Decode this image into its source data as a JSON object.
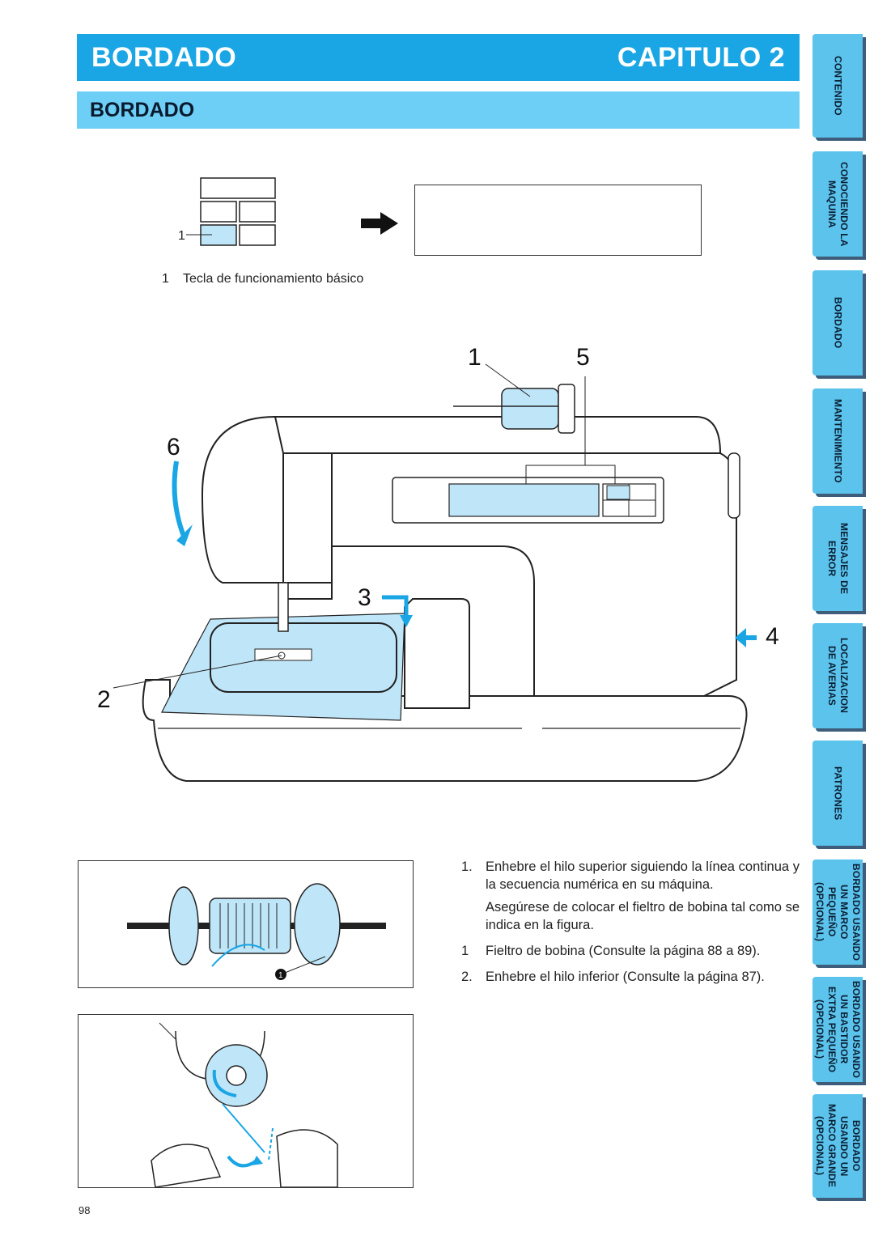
{
  "header": {
    "left_title": "BORDADO",
    "right_title": "CAPITULO 2"
  },
  "section": {
    "title": "BORDADO"
  },
  "key_diagram": {
    "marker": "1",
    "caption_number": "1",
    "caption_text": "Tecla de funcionamiento básico"
  },
  "machine_callouts": [
    "1",
    "5",
    "6",
    "3",
    "4",
    "2"
  ],
  "spool_marker": "1",
  "instructions": {
    "step1_number": "1.",
    "step1_text": "Enhebre el hilo superior siguiendo la línea continua y la secuencia numérica en su máquina.",
    "step1_note": "Asegúrese de colocar el fieltro de bobina tal como se indica en la figura.",
    "sub1_number": "1",
    "sub1_text": "Fieltro de bobina (Consulte la página 88 a 89).",
    "step2_number": "2.",
    "step2_text": "Enhebre el hilo inferior (Consulte la página 87)."
  },
  "page_number": "98",
  "side_tabs": [
    {
      "label": "CONTENIDO"
    },
    {
      "label": "CONOCIENDO LA\nMAQUINA"
    },
    {
      "label": "BORDADO"
    },
    {
      "label": "MANTENIMIENTO"
    },
    {
      "label": "MENSAJES DE\nERROR"
    },
    {
      "label": "LOCALIZACION\nDE AVERIAS"
    },
    {
      "label": "PATRONES"
    },
    {
      "label": "BORDADO USANDO\nUN MARCO\nPEQUEÑO\n(OPCIONAL)"
    },
    {
      "label": "BORDADO USANDO\nUN BASTIDOR\nEXTRA PEQUEÑO\n(OPCIONAL)"
    },
    {
      "label": "BORDADO\nUSANDO UN\nMARCO GRANDE\n(OPCIONAL)"
    }
  ],
  "colors": {
    "header_blue": "#1aa6e4",
    "section_blue": "#6dcff6",
    "tab_blue": "#5bc3ec",
    "fabric_blue": "#bfe6f8"
  }
}
